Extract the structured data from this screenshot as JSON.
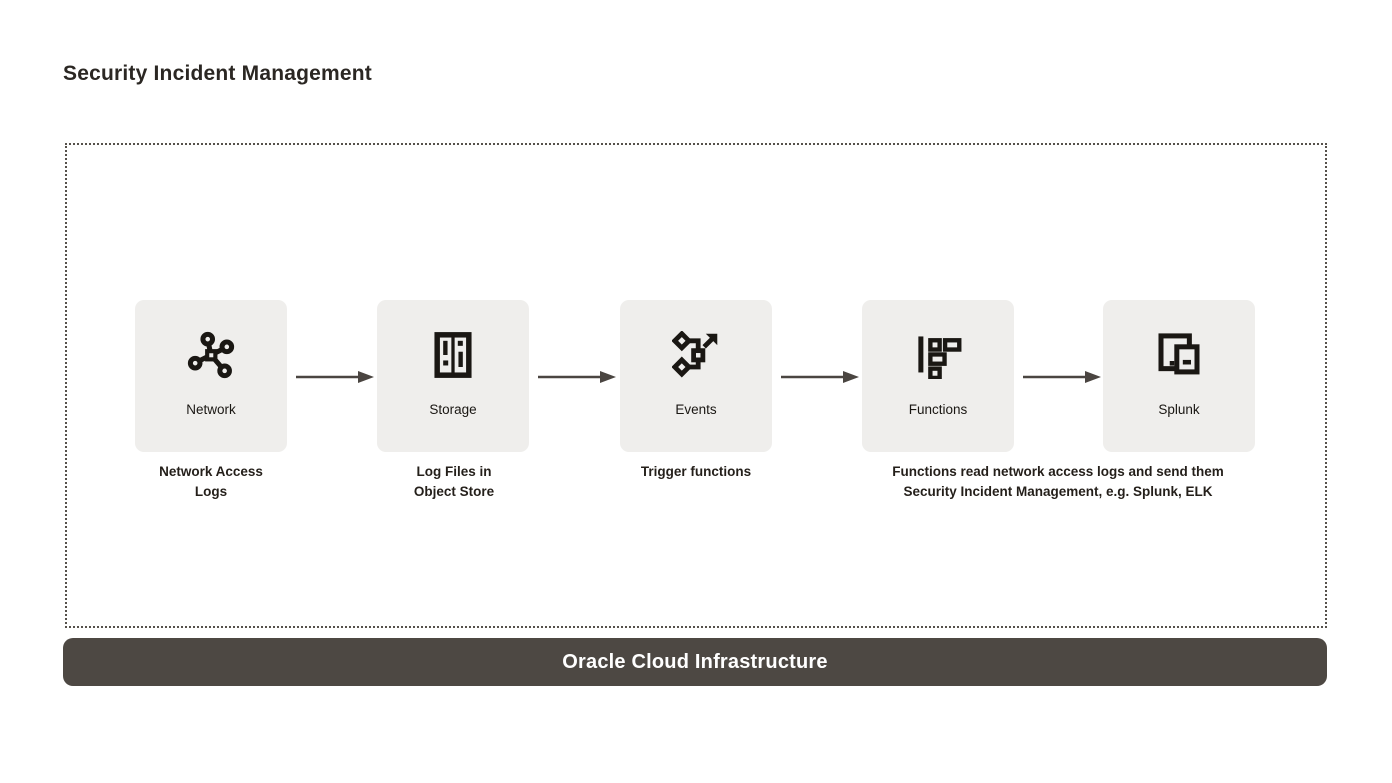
{
  "title": "Security Incident Management",
  "nodes": [
    {
      "label": "Network",
      "icon": "network-icon"
    },
    {
      "label": "Storage",
      "icon": "storage-icon"
    },
    {
      "label": "Events",
      "icon": "events-icon"
    },
    {
      "label": "Functions",
      "icon": "functions-icon"
    },
    {
      "label": "Splunk",
      "icon": "splunk-icon"
    }
  ],
  "captions": [
    {
      "text": "Network Access\nLogs"
    },
    {
      "text": "Log Files in\nObject Store"
    },
    {
      "text": "Trigger functions"
    },
    {
      "text": "Functions read network access logs and send them\nSecurity Incident Management, e.g. Splunk, ELK"
    }
  ],
  "footer": {
    "label": "Oracle Cloud Infrastructure"
  },
  "colors": {
    "node_bg": "#efeeec",
    "icon": "#1a1713",
    "arrow": "#4a4541",
    "footer_bg": "#4d4843",
    "footer_text": "#ffffff",
    "frame_border": "#56514b",
    "title_text": "#2b2723"
  }
}
